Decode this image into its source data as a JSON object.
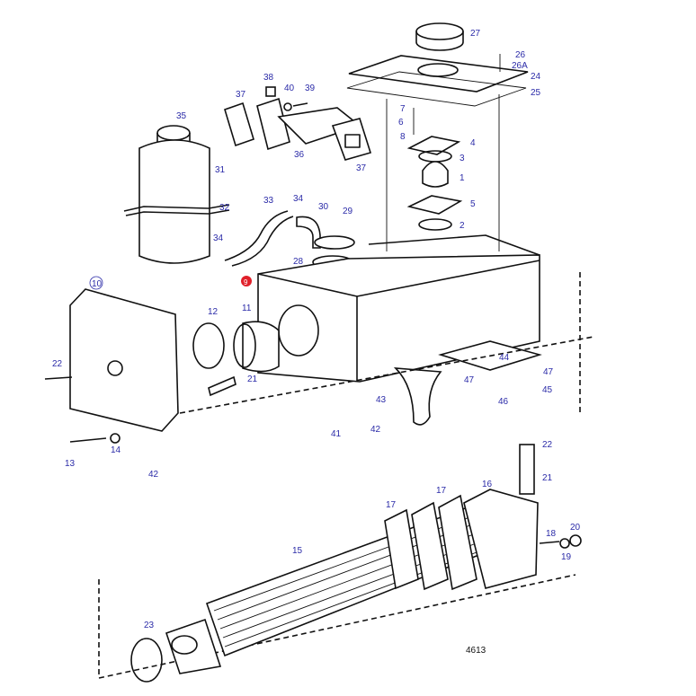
{
  "title": "Exploded parts diagram",
  "figure_number": "4613",
  "highlight_color": "#e0202a",
  "label_color": "#2b2ba8",
  "callouts": {
    "p27": "27",
    "p26": "26",
    "p26a": "26A",
    "p24": "24",
    "p25": "25",
    "p38": "38",
    "p40": "40",
    "p39": "39",
    "p37a": "37",
    "p37b": "37",
    "p7": "7",
    "p6": "6",
    "p8": "8",
    "p4": "4",
    "p3": "3",
    "p1": "1",
    "p5": "5",
    "p2": "2",
    "p35": "35",
    "p31": "31",
    "p36": "36",
    "p32": "32",
    "p33": "33",
    "p34a": "34",
    "p34b": "34",
    "p30": "30",
    "p29": "29",
    "p28": "28",
    "p9": "9",
    "p10": "10",
    "p12": "12",
    "p11": "11",
    "p44": "44",
    "p47a": "47",
    "p47b": "47",
    "p45": "45",
    "p46": "46",
    "p22a": "22",
    "p21a": "21",
    "p43": "43",
    "p41": "41",
    "p42a": "42",
    "p42b": "42",
    "p13": "13",
    "p14": "14",
    "p22b": "22",
    "p21b": "21",
    "p17a": "17",
    "p17b": "17",
    "p16": "16",
    "p15": "15",
    "p18": "18",
    "p20": "20",
    "p19": "19",
    "p23": "23"
  }
}
